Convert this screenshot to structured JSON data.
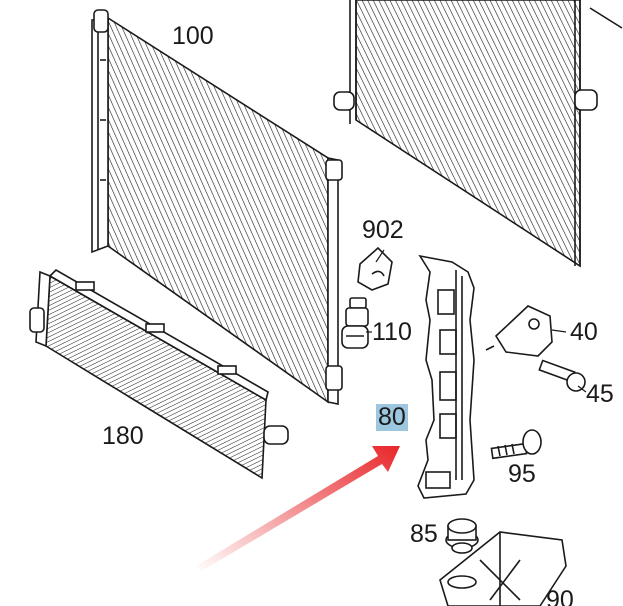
{
  "diagram": {
    "callouts": [
      {
        "id": "100",
        "text": "100"
      },
      {
        "id": "902",
        "text": "902"
      },
      {
        "id": "110",
        "text": "110"
      },
      {
        "id": "40",
        "text": "40"
      },
      {
        "id": "45",
        "text": "45"
      },
      {
        "id": "80",
        "text": "80"
      },
      {
        "id": "95",
        "text": "95"
      },
      {
        "id": "180",
        "text": "180"
      },
      {
        "id": "85",
        "text": "85"
      },
      {
        "id": "90",
        "text": "90"
      }
    ],
    "highlighted_callout": "80",
    "colors": {
      "line": "#1a1a1a",
      "highlight": "#9cc7df",
      "arrow": "#e8262a"
    }
  }
}
